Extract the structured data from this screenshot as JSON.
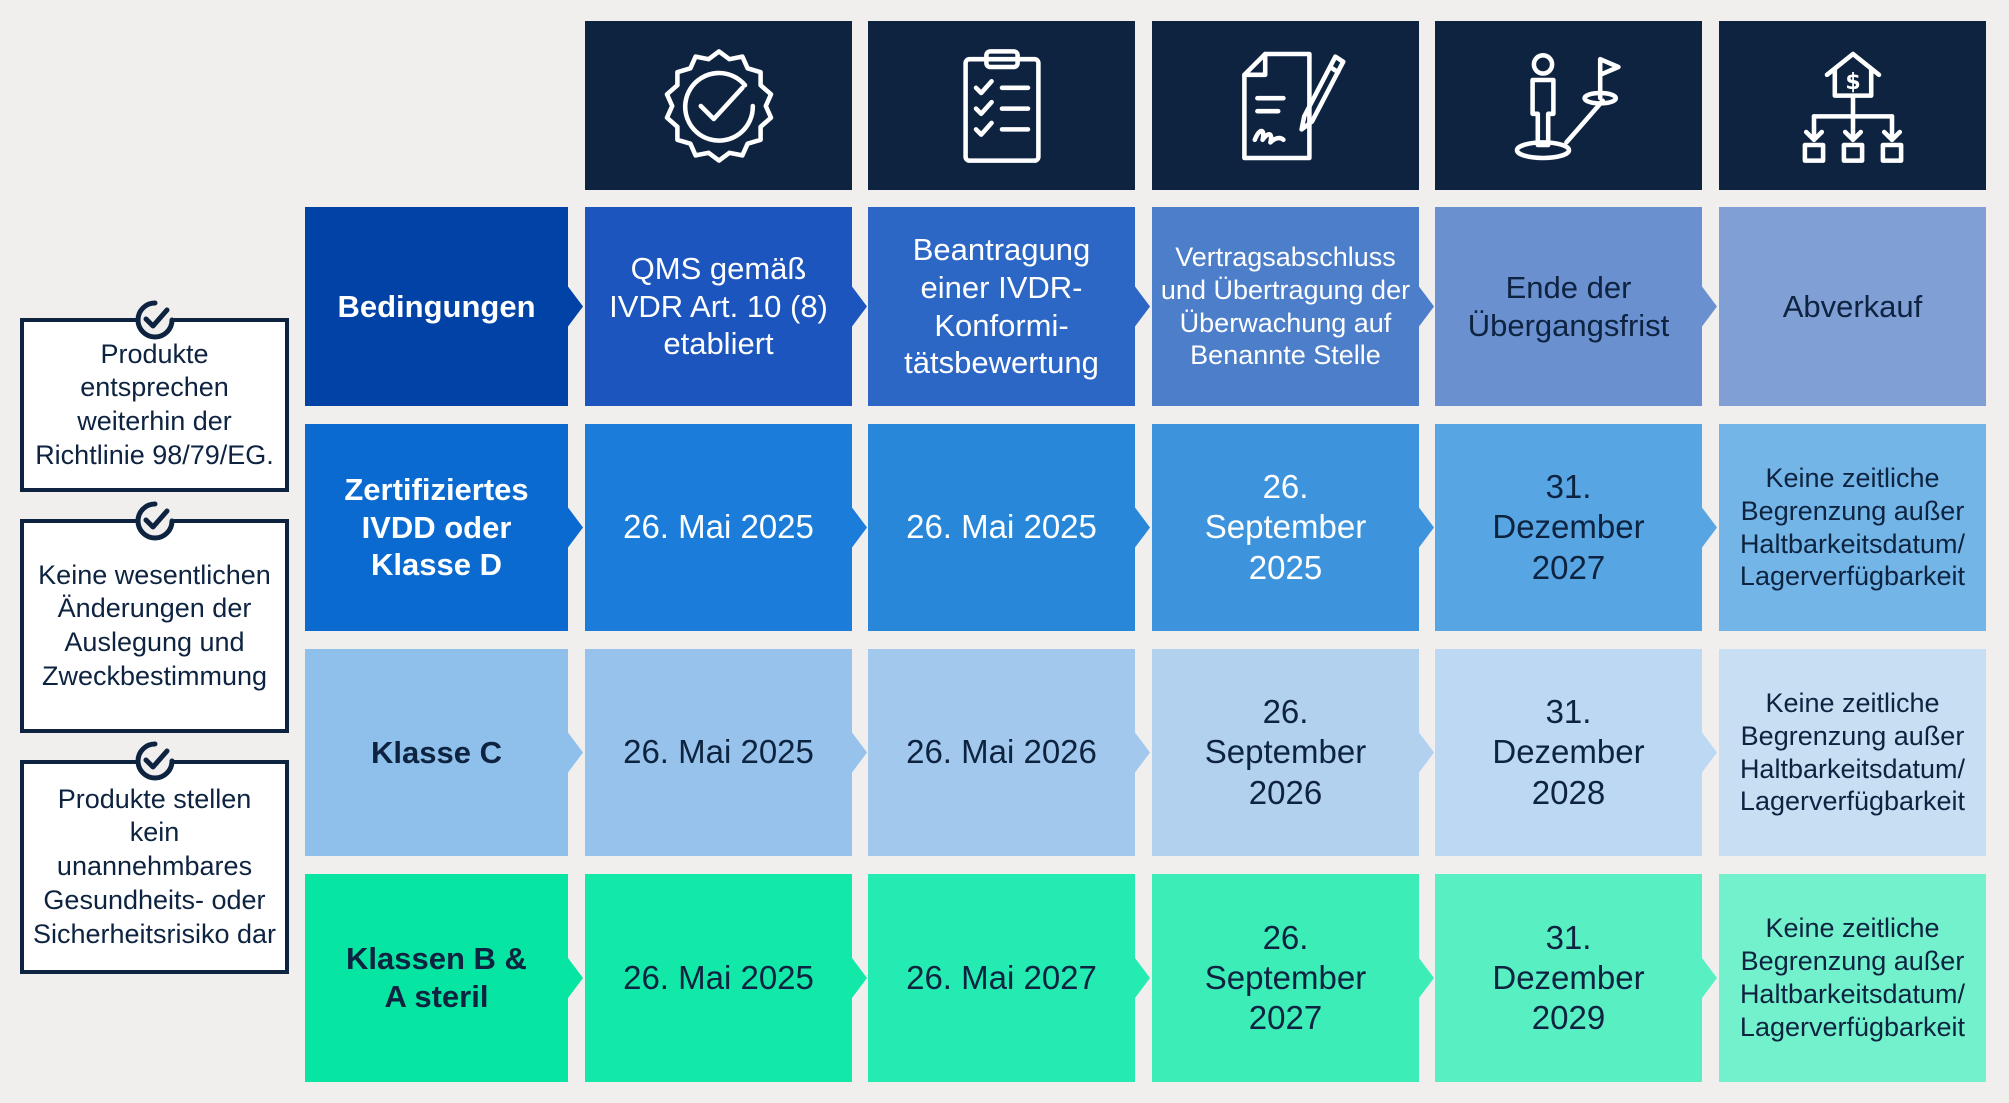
{
  "notes": [
    {
      "text": "Produkte entsprechen weiterhin der Richtlinie 98/79/EG.",
      "icon": "check-badge-icon"
    },
    {
      "text": "Keine wesentlichen Änderungen der Auslegung und Zweckbestimmung",
      "icon": "check-badge-icon"
    },
    {
      "text": "Produkte stellen kein unannehmbares Gesundheits- oder Sicherheitsrisiko dar",
      "icon": "check-badge-icon"
    }
  ],
  "column_icons": [
    "certified-seal-icon",
    "checklist-clipboard-icon",
    "signed-contract-icon",
    "person-goal-flag-icon",
    "sell-off-distribution-icon"
  ],
  "header_row": {
    "label": "Bedingungen",
    "cells": [
      "QMS gemäß IVDR Art. 10 (8) etabliert",
      "Beantragung einer IVDR-Konformi-tätsbewertung",
      "Vertragsabschluss und Übertragung der Überwachung auf Benannte Stelle",
      "Ende der Übergangsfrist",
      "Abverkauf"
    ]
  },
  "rows": [
    {
      "label": "Zertifiziertes IVDD oder Klasse D",
      "cells": [
        "26. Mai 2025",
        "26. Mai 2025",
        "26. September 2025",
        "31. Dezember 2027",
        "Keine zeitliche Begrenzung außer Haltbarkeitsdatum/ Lagerverfügbarkeit"
      ]
    },
    {
      "label": "Klasse C",
      "cells": [
        "26. Mai 2025",
        "26. Mai 2026",
        "26. September 2026",
        "31. Dezember 2028",
        "Keine zeitliche Begrenzung außer Haltbarkeitsdatum/ Lagerverfügbarkeit"
      ]
    },
    {
      "label": "Klassen B & A steril",
      "cells": [
        "26. Mai 2025",
        "26. Mai 2027",
        "26. September 2027",
        "31. Dezember 2029",
        "Keine zeitliche Begrenzung außer Haltbarkeitsdatum/ Lagerverfügbarkeit"
      ]
    }
  ],
  "colors": {
    "navy": "#0d2340",
    "header_row": [
      "#0042a6",
      "#1b55bd",
      "#2d67c5",
      "#4c7ec9",
      "#6a90cf",
      "#809fd4"
    ],
    "row_1": [
      "#0a6ad0",
      "#1b7dd9",
      "#2987da",
      "#3d94dd",
      "#57a5e2",
      "#74b5e7"
    ],
    "row_2": [
      "#8fbfeb",
      "#97c2eb",
      "#a2c9ed",
      "#b1d1ef",
      "#bcd8f2",
      "#c8def3"
    ],
    "row_3": [
      "#06e5a2",
      "#12e8a8",
      "#24ebb2",
      "#3cedb8",
      "#58efc3",
      "#72f1cc"
    ]
  }
}
